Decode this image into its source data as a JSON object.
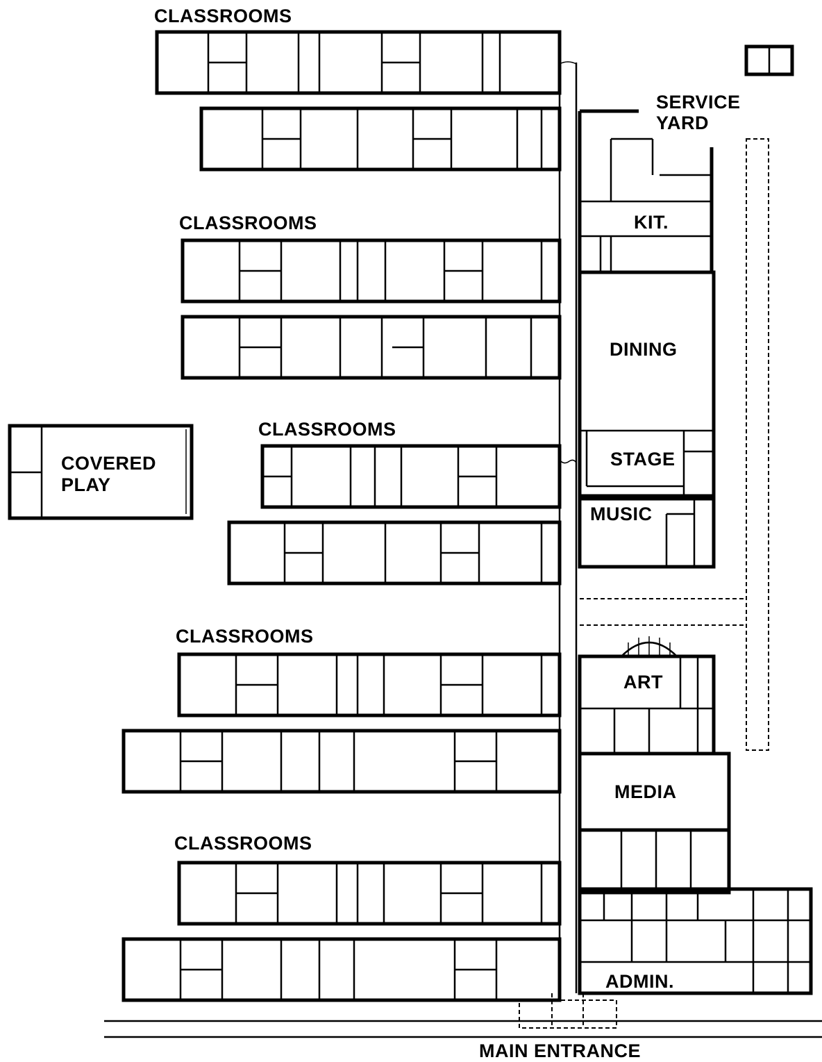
{
  "labels": {
    "classrooms_1": "CLASSROOMS",
    "classrooms_2": "CLASSROOMS",
    "classrooms_3": "CLASSROOMS",
    "classrooms_4": "CLASSROOMS",
    "classrooms_5": "CLASSROOMS",
    "service_yard_1": "SERVICE",
    "service_yard_2": "YARD",
    "kitchen": "KIT.",
    "dining": "DINING",
    "stage": "STAGE",
    "music": "MUSIC",
    "covered_play_1": "COVERED",
    "covered_play_2": "PLAY",
    "art": "ART",
    "media": "MEDIA",
    "admin": "ADMIN.",
    "main_entrance": "MAIN ENTRANCE"
  }
}
